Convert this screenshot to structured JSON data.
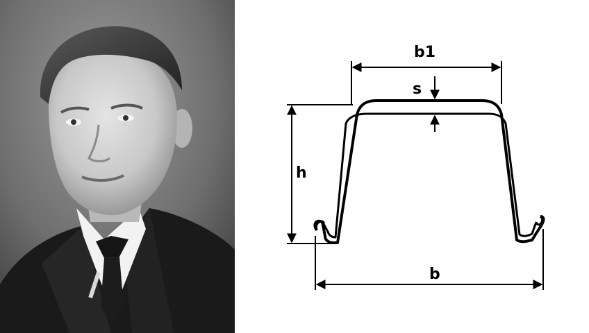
{
  "portrait": {
    "description_icon": "man-portrait-photo",
    "tone": "grayscale"
  },
  "profile_diagram": {
    "dimensions": {
      "top_width": "b1",
      "thickness": "s",
      "height": "h",
      "base_width": "b"
    },
    "colors": {
      "line": "#000000",
      "background": "#ffffff"
    }
  }
}
